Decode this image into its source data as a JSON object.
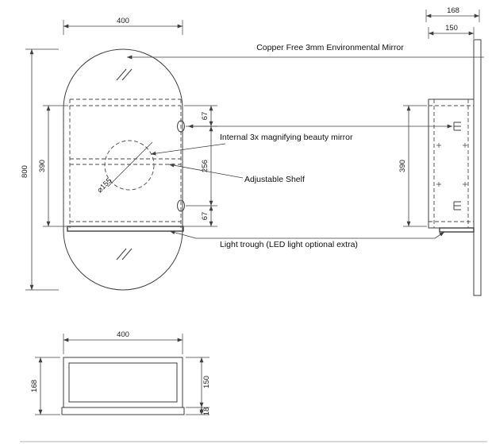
{
  "drawing": {
    "callouts": {
      "environmental_mirror": "Copper Free 3mm Environmental Mirror",
      "beauty_mirror": "Internal 3x magnifying beauty mirror",
      "adjustable_shelf": "Adjustable Shelf",
      "light_trough": "Light trough (LED light optional extra)"
    },
    "front_view": {
      "overall_width": "400",
      "overall_height": "800",
      "cabinet_height": "390",
      "top_offset": "67",
      "shelf_span": "256",
      "bottom_offset": "67",
      "beauty_mirror_diameter": "⌀155"
    },
    "side_view": {
      "overall_depth": "168",
      "cabinet_depth": "150",
      "cabinet_height": "390"
    },
    "bottom_view": {
      "overall_width": "400",
      "overall_depth": "168",
      "cabinet_depth": "150",
      "trough_height": "18"
    },
    "colors": {
      "line": "#3f3f3f",
      "text": "#222222",
      "background": "#ffffff"
    }
  }
}
